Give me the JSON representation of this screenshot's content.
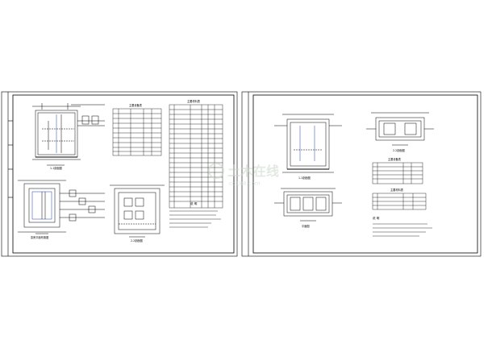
{
  "sheets": [
    {
      "id": "left",
      "notes_title": "说 明",
      "table_title_1": "主要设备表",
      "table_title_2": "主要材料表",
      "view_labels": [
        "1-1剖面图",
        "泵房平面布置图",
        "2-2剖面图"
      ]
    },
    {
      "id": "right",
      "notes_title": "说 明",
      "table_title_1": "主要设备表",
      "table_title_2": "主要材料表",
      "view_labels": [
        "1-1剖面图",
        "平面图",
        "2-2剖面图"
      ]
    }
  ],
  "watermark": {
    "main": "土木在线",
    "sub": "co188.com",
    "color": "#c9d8c9"
  },
  "colors": {
    "line": "#000000",
    "background": "#ffffff",
    "blue_accent": "#1f3fbf"
  }
}
